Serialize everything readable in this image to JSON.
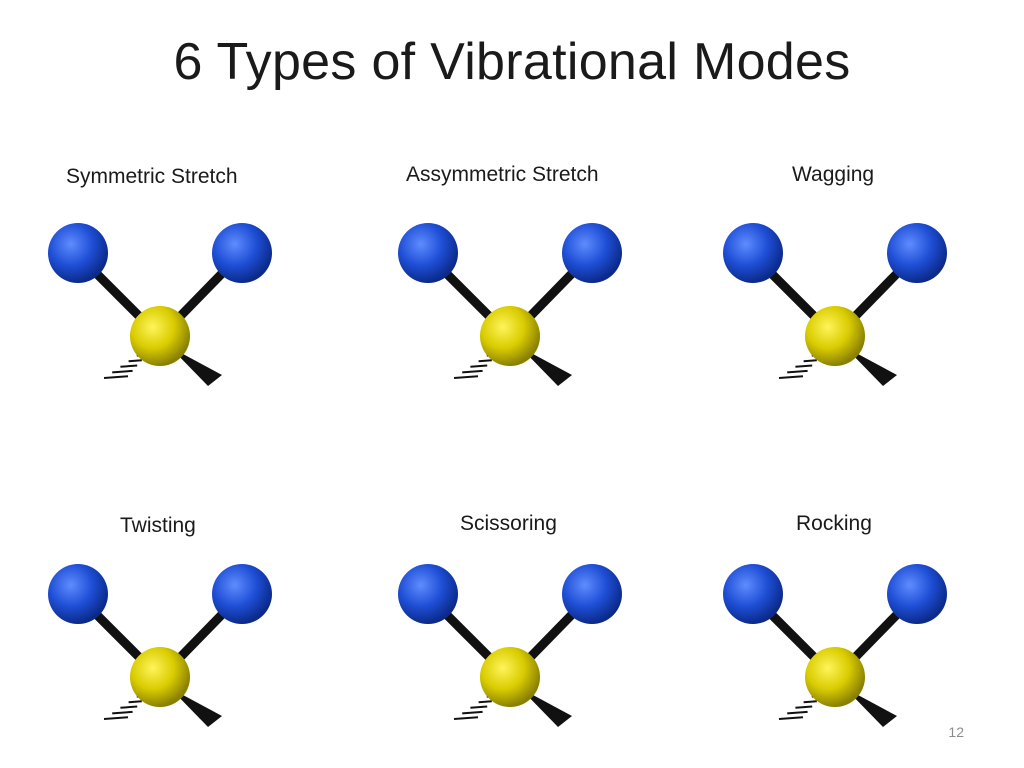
{
  "slide": {
    "title": "6 Types of Vibrational Modes",
    "page_number": "12"
  },
  "modes": [
    {
      "label": "Symmetric Stretch"
    },
    {
      "label": "Assymmetric Stretch"
    },
    {
      "label": "Wagging"
    },
    {
      "label": "Twisting"
    },
    {
      "label": "Scissoring"
    },
    {
      "label": "Rocking"
    }
  ],
  "colors": {
    "outer_atom": "#1f4fd6",
    "central_atom": "#d9cc00",
    "bond": "#111111"
  }
}
